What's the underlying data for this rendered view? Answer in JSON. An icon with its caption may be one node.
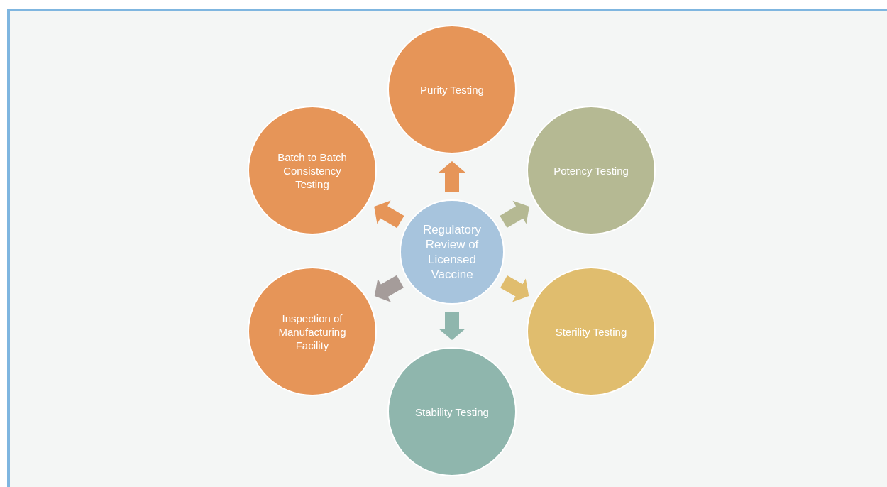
{
  "diagram": {
    "nodes": [
      {
        "text": [
          "Regulatory Review of Licensed Vaccine"
        ]
      },
      {
        "text": [
          "Purity Testing"
        ]
      },
      {
        "text": [
          "Potency Testing"
        ]
      },
      {
        "text": [
          "Sterility Testing"
        ]
      },
      {
        "text": [
          "Stability Testing"
        ]
      },
      {
        "text": [
          "Inspection of Manufacturing Facility"
        ]
      },
      {
        "text": [
          "Batch to Batch Consistency Testing"
        ]
      }
    ],
    "edges": [
      {
        "from": 0,
        "to": 1,
        "arrow": "to",
        "color": "#e69558"
      },
      {
        "from": 0,
        "to": 2,
        "arrow": "to",
        "color": "#b5b993"
      },
      {
        "from": 0,
        "to": 3,
        "arrow": "to",
        "color": "#e0bd6e"
      },
      {
        "from": 0,
        "to": 4,
        "arrow": "to",
        "color": "#8fb6ad"
      },
      {
        "from": 0,
        "to": 5,
        "arrow": "to",
        "color": "#a59c9a"
      },
      {
        "from": 0,
        "to": 6,
        "arrow": "to",
        "color": "#e69558"
      }
    ]
  }
}
